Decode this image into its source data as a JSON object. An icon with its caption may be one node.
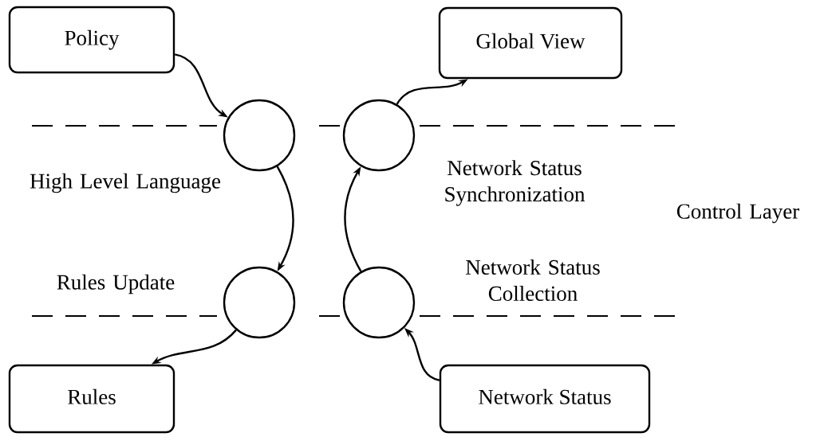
{
  "diagram": {
    "nodes": [
      {
        "text": [
          "Policy"
        ]
      },
      {
        "text": [
          "Global View"
        ]
      },
      {
        "text": [],
        "shape": "circle"
      },
      {
        "text": [],
        "shape": "circle"
      },
      {
        "text": [],
        "shape": "circle"
      },
      {
        "text": [],
        "shape": "circle"
      },
      {
        "text": [
          "Rules"
        ]
      },
      {
        "text": [
          "Network Status"
        ]
      }
    ],
    "edges": [
      {
        "from": 0,
        "to": 2,
        "arrow": "to"
      },
      {
        "from": 2,
        "to": 4,
        "arrow": "to"
      },
      {
        "from": 4,
        "to": 6,
        "arrow": "to"
      },
      {
        "from": 7,
        "to": 5,
        "arrow": "to"
      },
      {
        "from": 5,
        "to": 3,
        "arrow": "to"
      },
      {
        "from": 3,
        "to": 1,
        "arrow": "to"
      }
    ],
    "labels": [
      "High Level Language",
      "Network Status Synchronization",
      "Control Layer",
      "Network Status Collection",
      "Rules Update"
    ]
  }
}
